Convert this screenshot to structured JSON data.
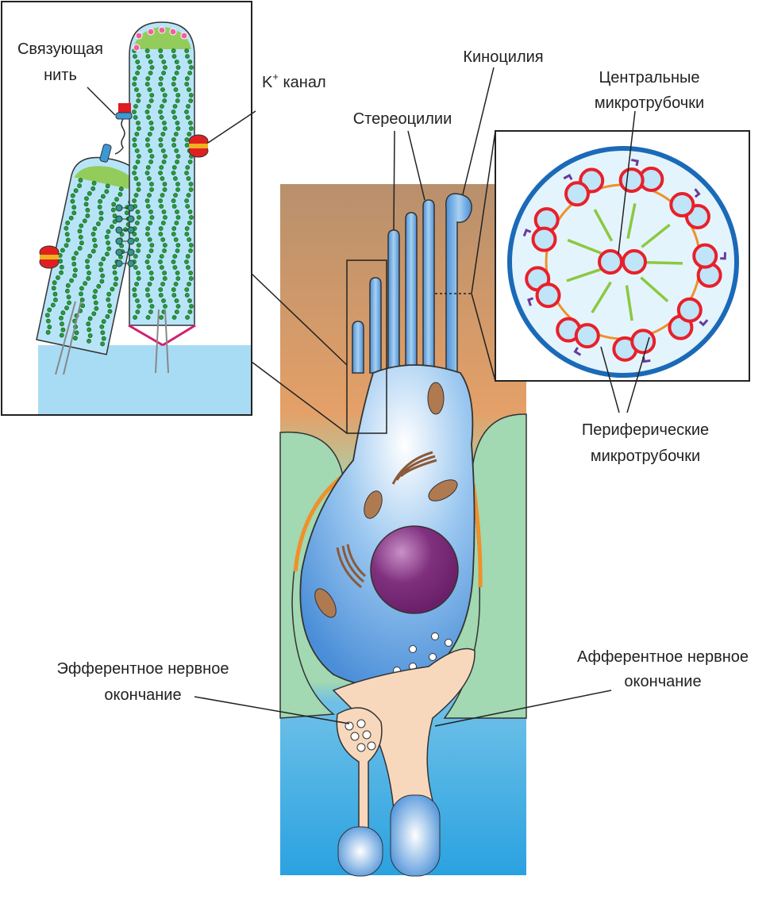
{
  "labels": {
    "tip_link": [
      "Связующая",
      "нить"
    ],
    "k_channel": {
      "base": "K",
      "sup": "+",
      "rest": " канал"
    },
    "kinocilium": "Киноцилия",
    "stereocilia": "Стереоцилии",
    "central_microtubules": [
      "Центральные",
      "микротрубочки"
    ],
    "peripheral_microtubules": [
      "Периферические",
      "микротрубочки"
    ],
    "efferent_ending": [
      "Эфферентное нервное",
      "окончание"
    ],
    "afferent_ending": [
      "Афферентное нервное",
      "окончание"
    ]
  },
  "colors": {
    "tissue_top": "#b8906c",
    "tissue_mid": "#e4a068",
    "support_cell": "#a2d8b2",
    "fluid_bottom": "#3aa8e0",
    "cell_body": "#5a9ede",
    "nucleus": "#7a2a78",
    "nerve_ending": "#f8d8bc",
    "microtubule_ring": "#e8202a",
    "dynein_arm": "#6a3a9a",
    "radial_spoke": "#8cc840",
    "actin_helix": "#2a9a3a",
    "k_channel": "#d82828"
  }
}
